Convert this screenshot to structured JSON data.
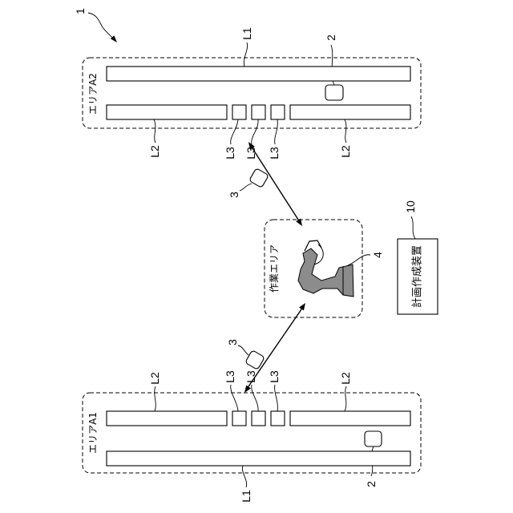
{
  "figure": {
    "ref": "1"
  },
  "area_a2": {
    "title": "エリアA2",
    "ref_l1": "L1",
    "ref_device": "2",
    "ref_l2_left": "L2",
    "ref_l3": [
      "L3",
      "L3",
      "L3"
    ],
    "ref_l2_right": "L2"
  },
  "area_a1": {
    "title": "エリアA1",
    "ref_l1": "L1",
    "ref_device": "2",
    "ref_l2_left": "L2",
    "ref_l3": [
      "L3",
      "L3",
      "L3"
    ],
    "ref_l2_right": "L2"
  },
  "vehicles": [
    {
      "ref": "3"
    },
    {
      "ref": "3"
    }
  ],
  "work_area": {
    "title": "作業エリア",
    "robot_ref": "4"
  },
  "plan_device": {
    "label": "計画作成装置",
    "ref": "10"
  }
}
